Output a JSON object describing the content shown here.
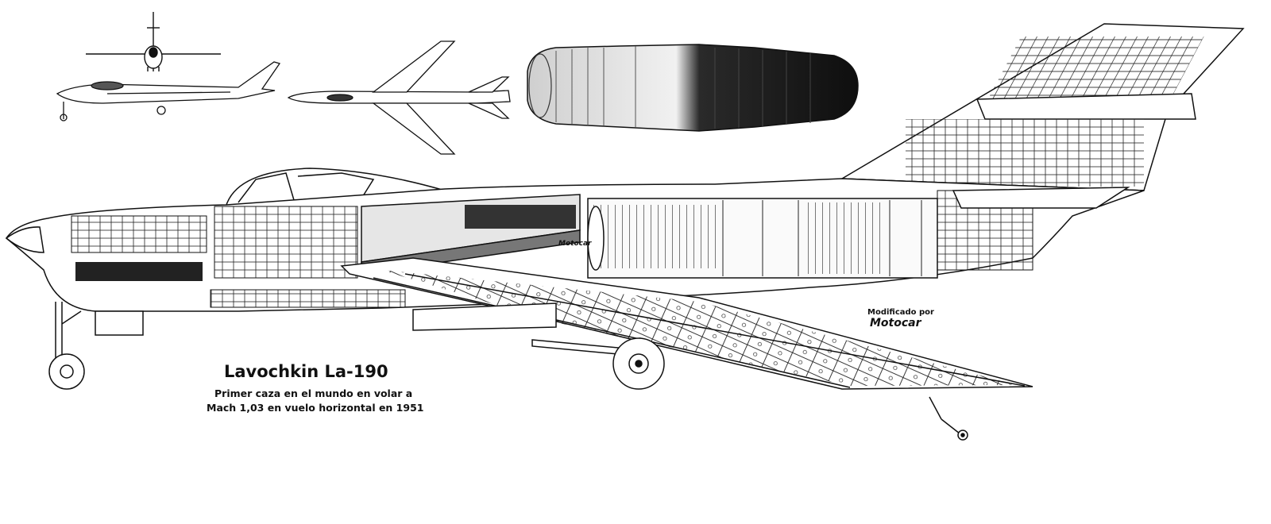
{
  "caption": {
    "title": "Lavochkin La-190",
    "line1": "Primer caza en el mundo en volar a",
    "line2": "Mach 1,03 en vuelo horizontal en 1951"
  },
  "credit": {
    "prefix": "Modificado por",
    "name": "Motocar"
  },
  "fuselage_tag": "Motocar",
  "colors": {
    "ink": "#111111",
    "background": "#ffffff",
    "engine_dark": "#1a1a1a",
    "engine_light": "#d8d8d8"
  }
}
